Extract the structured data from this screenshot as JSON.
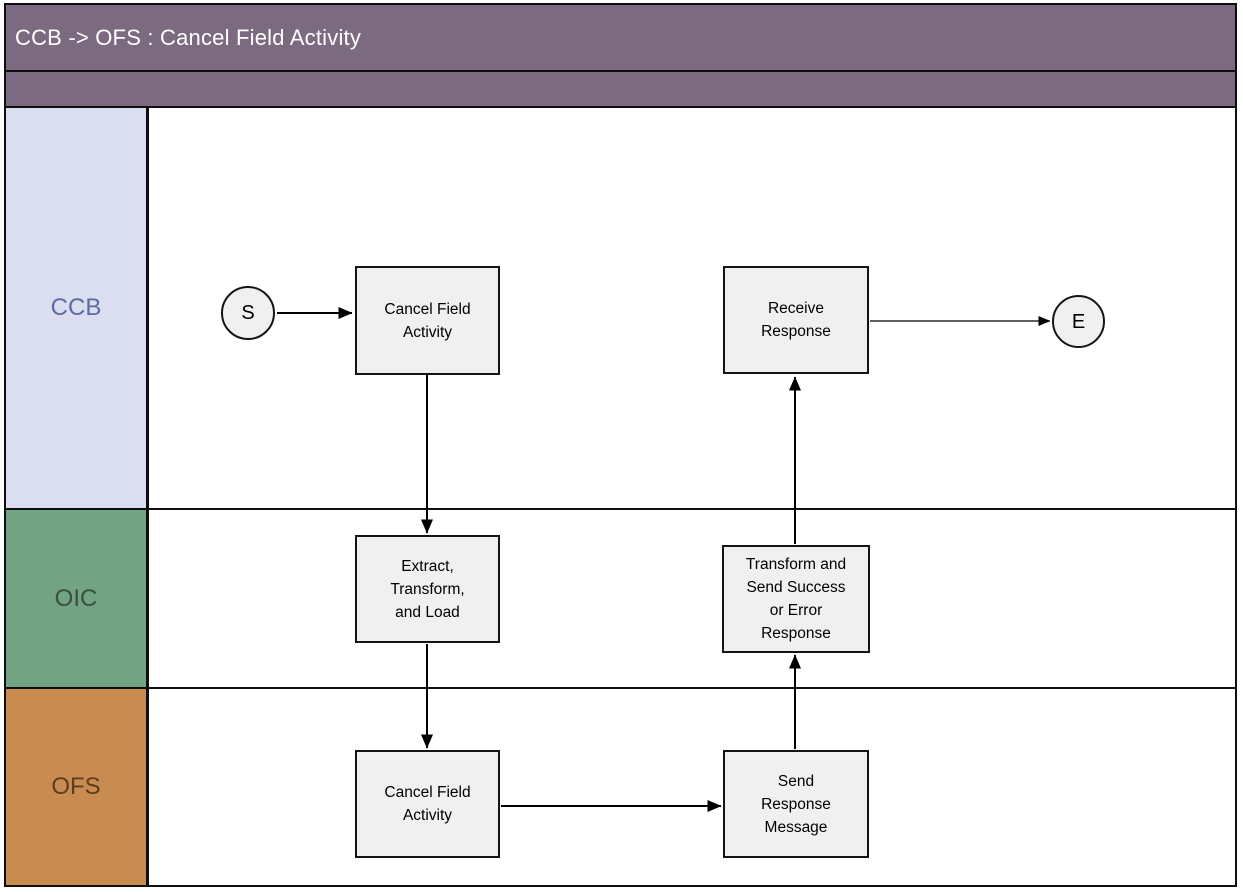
{
  "title": "CCB -> OFS : Cancel Field Activity",
  "header": {
    "fill_color": "#7c6a80",
    "text_color": "#ffffff"
  },
  "lanes": [
    {
      "id": "ccb",
      "label": "CCB",
      "fill_color": "#dadef0",
      "text_color": "#5c6c9d"
    },
    {
      "id": "oic",
      "label": "OIC",
      "fill_color": "#72a383",
      "text_color": "#3d4d42"
    },
    {
      "id": "ofs",
      "label": "OFS",
      "fill_color": "#c88c50",
      "text_color": "#5e3c1e"
    }
  ],
  "nodes": [
    {
      "id": "start",
      "type": "start-event",
      "lane": "CCB",
      "label": "S"
    },
    {
      "id": "cancel-field-activity-ccb",
      "type": "task",
      "lane": "CCB",
      "label": "Cancel Field\nActivity"
    },
    {
      "id": "receive-response",
      "type": "task",
      "lane": "CCB",
      "label": "Receive\nResponse"
    },
    {
      "id": "end",
      "type": "end-event",
      "lane": "CCB",
      "label": "E"
    },
    {
      "id": "extract-transform-load",
      "type": "task",
      "lane": "OIC",
      "label": "Extract,\nTransform,\nand Load"
    },
    {
      "id": "transform-send-response",
      "type": "task",
      "lane": "OIC",
      "label": "Transform and\nSend Success\nor Error\nResponse"
    },
    {
      "id": "cancel-field-activity-ofs",
      "type": "task",
      "lane": "OFS",
      "label": "Cancel Field\nActivity"
    },
    {
      "id": "send-response-message",
      "type": "task",
      "lane": "OFS",
      "label": "Send\nResponse\nMessage"
    }
  ],
  "edges": [
    {
      "from": "start",
      "to": "cancel-field-activity-ccb"
    },
    {
      "from": "cancel-field-activity-ccb",
      "to": "extract-transform-load"
    },
    {
      "from": "extract-transform-load",
      "to": "cancel-field-activity-ofs"
    },
    {
      "from": "cancel-field-activity-ofs",
      "to": "send-response-message"
    },
    {
      "from": "send-response-message",
      "to": "transform-send-response"
    },
    {
      "from": "transform-send-response",
      "to": "receive-response"
    },
    {
      "from": "receive-response",
      "to": "end"
    }
  ],
  "colors": {
    "task_fill": "#f0f0f0",
    "border": "#141414",
    "connector": "#000000",
    "background": "#ffffff"
  }
}
